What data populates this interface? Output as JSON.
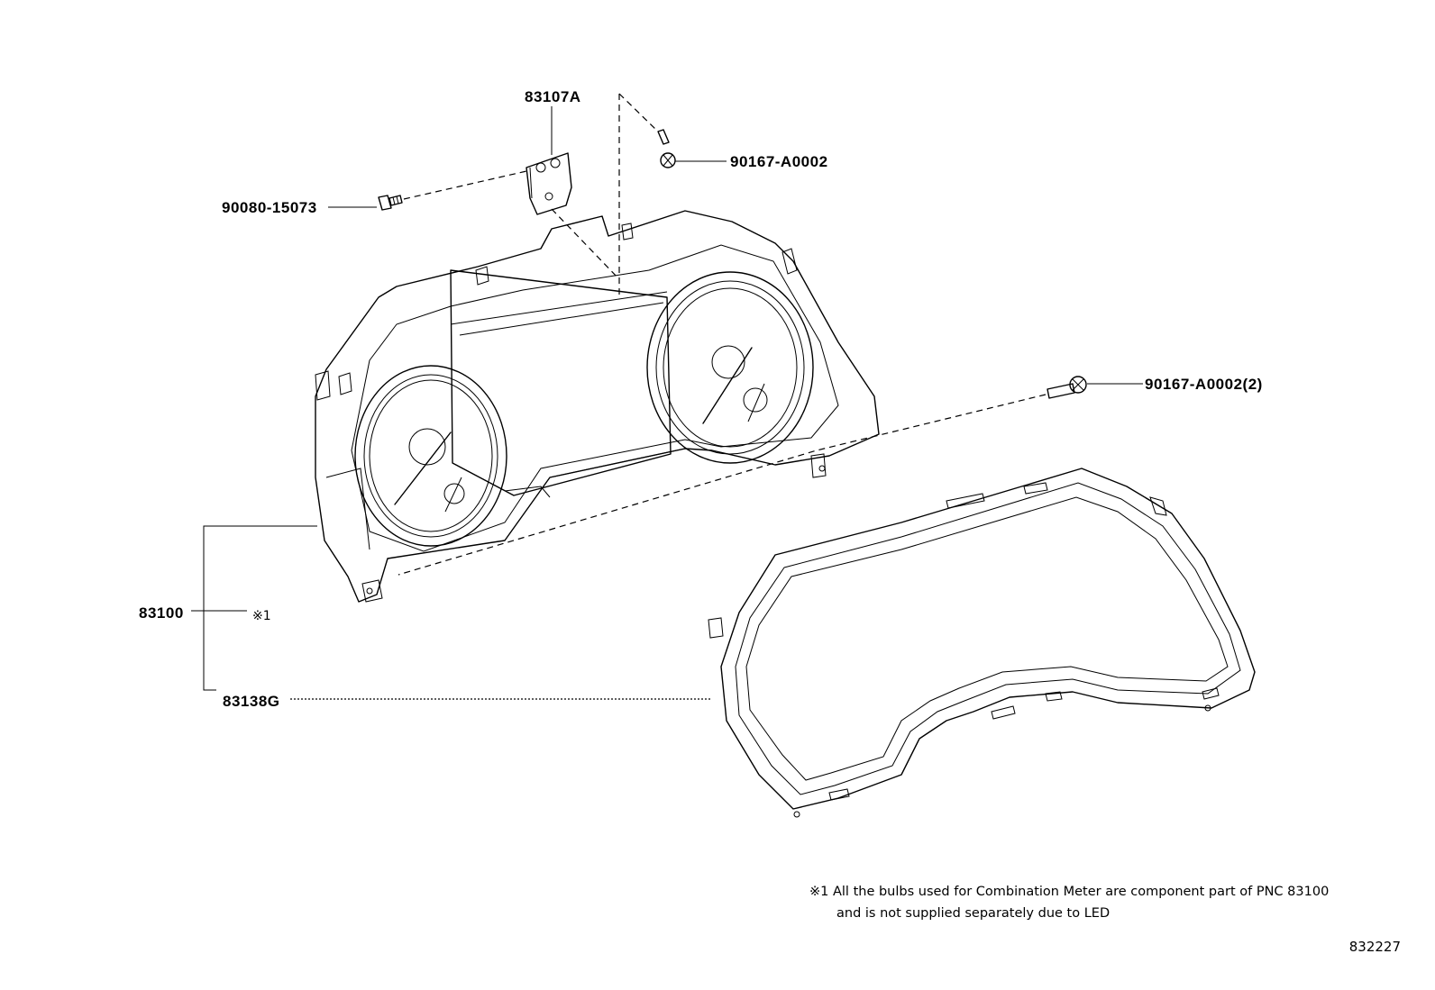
{
  "parts": {
    "bracket": "83107A",
    "screw_bracket": "90080-15073",
    "screw_top": "90167-A0002",
    "screw_right": "90167-A0002(2)",
    "meter_assy": "83100",
    "meter_note_ref": "※1",
    "glass_cover": "83138G"
  },
  "footnote": {
    "line1": "※1 All the bulbs used for Combination Meter are component part of PNC 83100",
    "line2": "and is not supplied separately due to LED"
  },
  "diagram_code": "832227"
}
